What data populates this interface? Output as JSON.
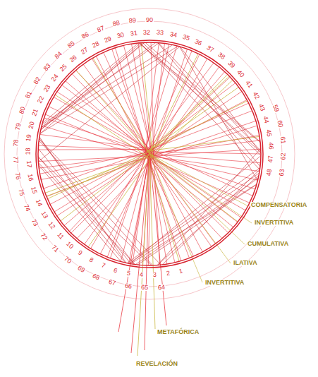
{
  "diagram": {
    "labels": [
      "1",
      "2",
      "3",
      "4",
      "5",
      "6",
      "7",
      "8",
      "9",
      "10",
      "11",
      "12",
      "13",
      "14",
      "15",
      "16",
      "17",
      "18",
      "19",
      "20",
      "21",
      "22",
      "23",
      "24",
      "25",
      "26",
      "27",
      "28",
      "29",
      "30",
      "31",
      "32",
      "33",
      "34",
      "35",
      "36",
      "37",
      "38",
      "39",
      "40",
      "41",
      "42",
      "43",
      "44",
      "45",
      "46",
      "47",
      "48",
      "59",
      "60",
      "61",
      "62",
      "63",
      "64",
      "65",
      "66",
      "67",
      "68",
      "69",
      "70",
      "71",
      "72",
      "73",
      "74",
      "75",
      "76",
      "77",
      "78",
      "79",
      "80",
      "81",
      "82",
      "83",
      "84",
      "85",
      "86",
      "87",
      "88",
      "89",
      "90",
      "COMPENSATORIA",
      "INVERTITIVA",
      "CUMULATIVA",
      "ILATIVA",
      "INVERTITIVA",
      "METAFÓRICA",
      "REVELACIÓN"
    ]
  }
}
